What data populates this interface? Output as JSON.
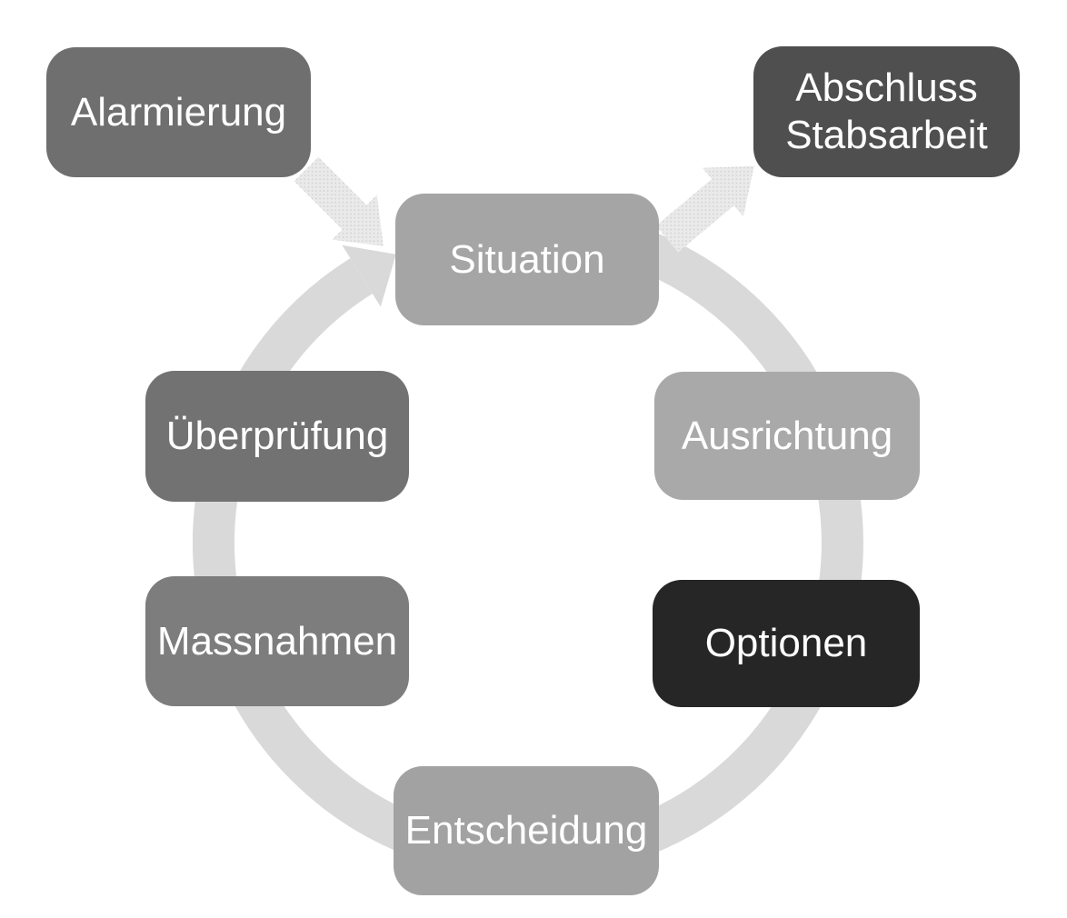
{
  "diagram": {
    "background_color": "#ffffff",
    "text_color": "#ffffff",
    "cycle_arrow_color": "#d9d9d9",
    "stipple_base_color": "#eaeaea",
    "stipple_dot_color": "#d0d0d0",
    "nodes": [
      {
        "id": "alarmierung",
        "label": "Alarmierung",
        "color": "#6f6f6f"
      },
      {
        "id": "abschluss-stabsarbeit",
        "label": "Abschluss Stabsarbeit",
        "color": "#4f4f4f"
      },
      {
        "id": "situation",
        "label": "Situation",
        "color": "#a5a5a5"
      },
      {
        "id": "ausrichtung",
        "label": "Ausrichtung",
        "color": "#a9a9a9"
      },
      {
        "id": "optionen",
        "label": "Optionen",
        "color": "#262626"
      },
      {
        "id": "entscheidung",
        "label": "Entscheidung",
        "color": "#a2a2a2"
      },
      {
        "id": "massnahmen",
        "label": "Massnahmen",
        "color": "#7d7d7d"
      },
      {
        "id": "ueberpruefung",
        "label": "Überprüfung",
        "color": "#727272"
      }
    ],
    "connections": [
      {
        "from": "Alarmierung",
        "to": "Situation",
        "style": "stippled-block-arrow"
      },
      {
        "from": "Situation",
        "to": "Abschluss Stabsarbeit",
        "style": "stippled-block-arrow"
      },
      {
        "type": "cycle",
        "direction": "clockwise",
        "sequence": [
          "Situation",
          "Ausrichtung",
          "Optionen",
          "Entscheidung",
          "Massnahmen",
          "Überprüfung"
        ]
      }
    ]
  }
}
